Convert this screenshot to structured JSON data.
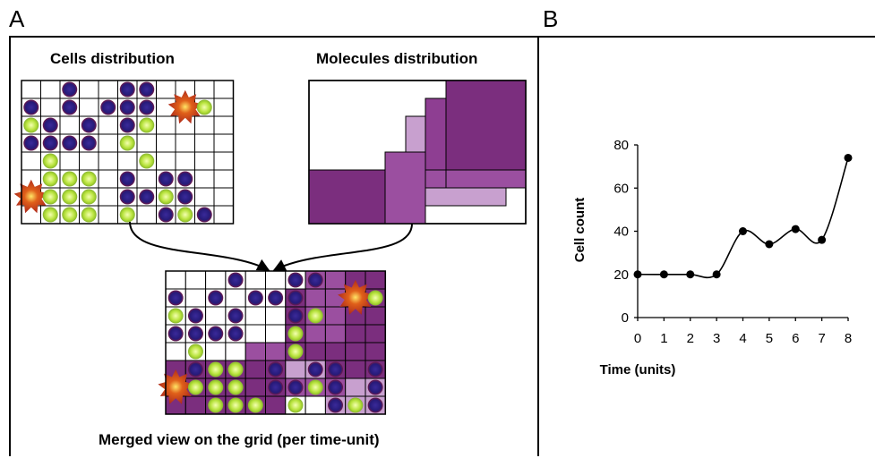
{
  "panels": {
    "a": "A",
    "b": "B"
  },
  "panel_a": {
    "cells_title": "Cells distribution",
    "molecules_title": "Molecules distribution",
    "merged_title": "Merged view on the grid (per time-unit)"
  },
  "colors": {
    "cell_dark": "#2a1f77",
    "cell_dark_ring": "#8a1a3a",
    "cell_light": "#9acd32",
    "molecule_dark": "#7b2e7e",
    "molecule_mid": "#9b4fa0",
    "molecule_light": "#c8a0cf",
    "star": "#c0392b"
  },
  "chart_data": {
    "type": "line",
    "x": [
      0,
      1,
      2,
      3,
      4,
      5,
      6,
      7,
      8
    ],
    "y": [
      20,
      20,
      20,
      20,
      40,
      34,
      41,
      36,
      74
    ],
    "xlabel": "Time (units)",
    "ylabel": "Cell count",
    "xticks": [
      "0",
      "1",
      "2",
      "3",
      "4",
      "5",
      "6",
      "7",
      "8"
    ],
    "yticks": [
      "0",
      "20",
      "40",
      "60",
      "80"
    ],
    "xlim": [
      0,
      8
    ],
    "ylim": [
      0,
      80
    ],
    "grid": false
  }
}
